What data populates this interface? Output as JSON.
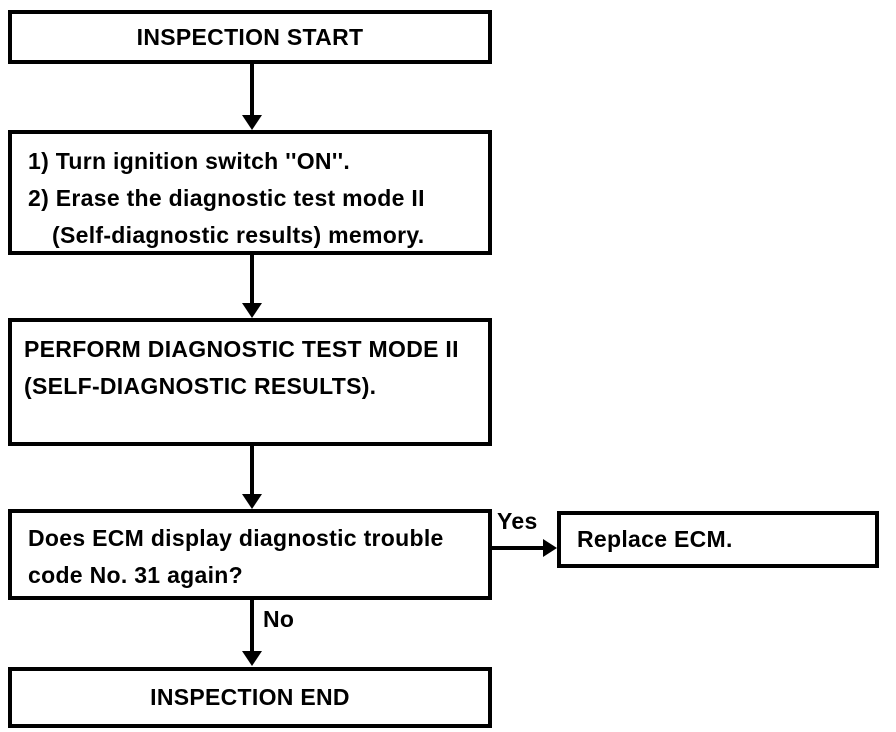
{
  "flowchart": {
    "start": {
      "label": "INSPECTION START"
    },
    "prepare": {
      "line1": "1) Turn ignition switch ''ON''.",
      "line2": "2) Erase the diagnostic test mode II",
      "line3": "(Self-diagnostic results) memory."
    },
    "perform": {
      "line1": "PERFORM DIAGNOSTIC TEST MODE II",
      "line2": "(SELF-DIAGNOSTIC RESULTS)."
    },
    "question": {
      "line1": "Does ECM display diagnostic trouble",
      "line2": "code No. 31 again?"
    },
    "yes_label": "Yes",
    "no_label": "No",
    "replace": {
      "label": "Replace ECM."
    },
    "end": {
      "label": "INSPECTION END"
    },
    "colors": {
      "line": "#000000",
      "background": "#ffffff"
    }
  }
}
